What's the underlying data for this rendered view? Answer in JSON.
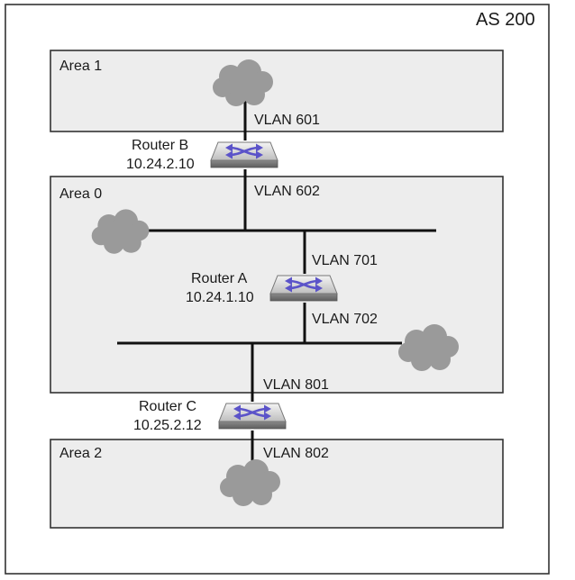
{
  "as_label": "AS 200",
  "areas": {
    "area1": "Area 1",
    "area0": "Area 0",
    "area2": "Area 2"
  },
  "routers": {
    "b": {
      "name": "Router B",
      "ip": "10.24.2.10"
    },
    "a": {
      "name": "Router A",
      "ip": "10.24.1.10"
    },
    "c": {
      "name": "Router C",
      "ip": "10.25.2.12"
    }
  },
  "vlans": {
    "v601": "VLAN 601",
    "v602": "VLAN 602",
    "v701": "VLAN 701",
    "v702": "VLAN 702",
    "v801": "VLAN 801",
    "v802": "VLAN 802"
  },
  "colors": {
    "area_fill": "#ededed",
    "cloud": "#9a9a9a",
    "router_arrow": "#5b53c9"
  }
}
